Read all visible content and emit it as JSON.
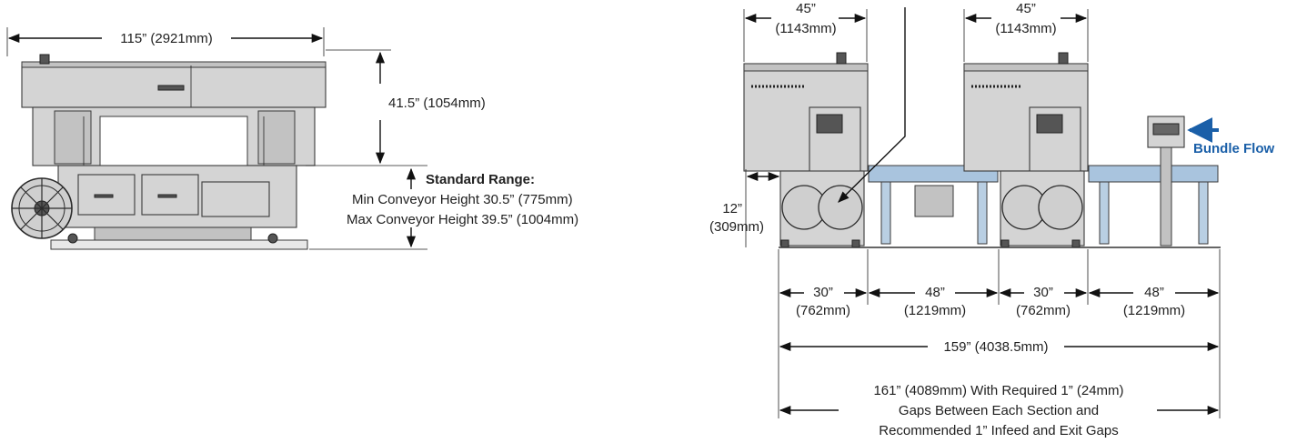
{
  "left_view": {
    "width_dim": "115” (2921mm)",
    "height_dim": "41.5” (1054mm)",
    "range_title": "Standard Range:",
    "range_min": "Min Conveyor Height 30.5” (775mm)",
    "range_max": "Max Conveyor Height 39.5” (1004mm)"
  },
  "right_view": {
    "top_dim_1_in": "45”",
    "top_dim_1_mm": "(1143mm)",
    "top_dim_2_in": "45”",
    "top_dim_2_mm": "(1143mm)",
    "side_dim_in": "12”",
    "side_dim_mm": "(309mm)",
    "bundle_flow": "Bundle Flow",
    "seg_1_in": "30”",
    "seg_1_mm": "(762mm)",
    "seg_2_in": "48”",
    "seg_2_mm": "(1219mm)",
    "seg_3_in": "30”",
    "seg_3_mm": "(762mm)",
    "seg_4_in": "48”",
    "seg_4_mm": "(1219mm)",
    "overall_dim": "159” (4038.5mm)",
    "note_line_1": "161” (4089mm) With Required 1” (24mm)",
    "note_line_2": "Gaps Between Each Section and",
    "note_line_3": "Recommended 1” Infeed and Exit Gaps"
  },
  "colors": {
    "machine": "#d4d4d4",
    "conveyor": "#a9c4de",
    "flow_accent": "#1a5fa8",
    "lines": "#111111"
  }
}
